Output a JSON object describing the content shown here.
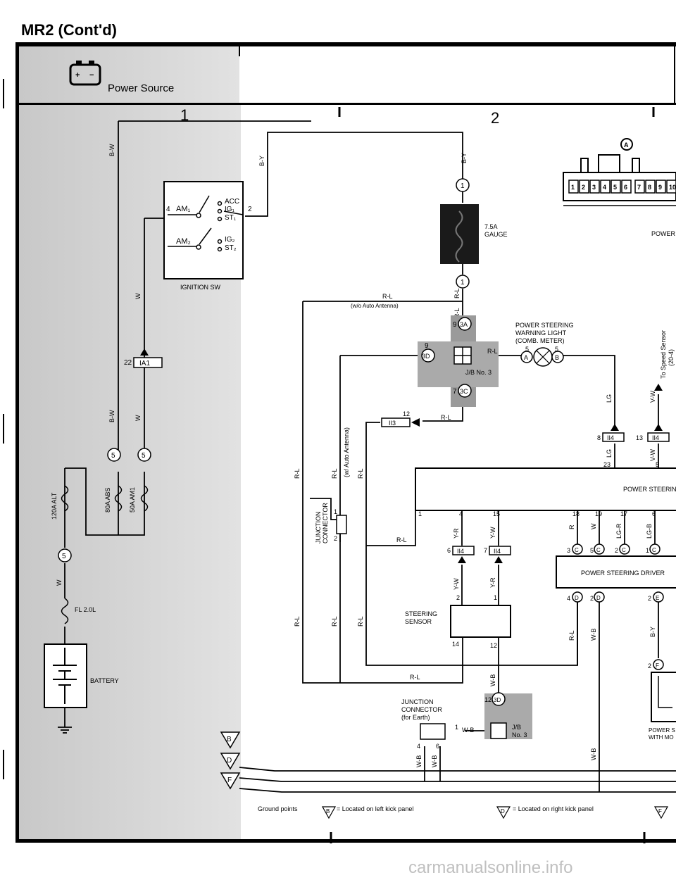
{
  "header": {
    "title": "MR2 (Cont'd)"
  },
  "section": {
    "title": "Power Source"
  },
  "grid": {
    "col1": "1",
    "col2": "2"
  },
  "components": {
    "ignition_sw": "IGNITION SW",
    "am1": "AM₁",
    "am2": "AM₂",
    "acc": "ACC",
    "ig1": "IG₁",
    "st1": "ST₁",
    "ig2": "IG₂",
    "st2": "ST₂",
    "battery": "BATTERY",
    "fuse_gauge_amp": "7.5A",
    "fuse_gauge_name": "GAUGE",
    "fuse_alt": "120A ALT",
    "fuse_abs": "80A ABS",
    "fuse_am1": "50A AM1",
    "fuse_fl": "FL 2.0L",
    "warning_light_1": "POWER STEERING",
    "warning_light_2": "WARNING LIGHT",
    "warning_light_3": "(COMB. METER)",
    "jb3": "J/B No. 3",
    "jb3_b": "J/B",
    "jb3_c": "No. 3",
    "junction_connector_1": "JUNCTION",
    "junction_connector_2": "CONNECTOR",
    "junction_earth_1": "JUNCTION",
    "junction_earth_2": "CONNECTOR",
    "junction_earth_3": "(for Earth)",
    "steering_sensor_1": "STEERING",
    "steering_sensor_2": "SENSOR",
    "ps_ecu": "POWER STEERIN",
    "ps_driver": "POWER STEERING DRIVER",
    "ps_motor_1": "POWER S",
    "ps_motor_2": "WITH MO",
    "speed_sensor_1": "To Speed Sensor",
    "speed_sensor_2": "(20-4)",
    "power_label": "POWER",
    "wo_auto_antenna": "(w/o Auto Antenna)",
    "w_auto_antenna": "(w/ Auto Antenna)"
  },
  "connector_a": {
    "label": "A",
    "pins": [
      "1",
      "2",
      "3",
      "4",
      "5",
      "6",
      "7",
      "8",
      "9",
      "10"
    ]
  },
  "wires": {
    "bw": "B-W",
    "by": "B-Y",
    "w": "W",
    "rl": "R-L",
    "lg": "LG",
    "vw": "V-W",
    "lgr": "LG-R",
    "lgb": "LG-B",
    "r": "R",
    "yr": "Y-R",
    "yw": "Y-W",
    "wb": "W-B"
  },
  "connectors": {
    "c1": "1",
    "c5": "5",
    "c3a": "3A",
    "c3d": "3D",
    "c3c": "3C",
    "ia1": "IA1",
    "ii3": "II3",
    "ii4": "II4",
    "ca": "A",
    "cb": "B",
    "cc": "C",
    "cd": "D",
    "ce": "E",
    "cf": "F"
  },
  "pins": {
    "p1": "1",
    "p2": "2",
    "p4": "4",
    "p5": "5",
    "p6": "6",
    "p7": "7",
    "p8": "8",
    "p9": "9",
    "p12": "12",
    "p13": "13",
    "p14": "14",
    "p15": "15",
    "p17": "17",
    "p18": "18",
    "p19": "19",
    "p22": "22",
    "p23": "23",
    "p3": "3"
  },
  "ground": {
    "b": "B",
    "d": "D",
    "f": "F"
  },
  "legend": {
    "ground_points": "Ground points",
    "b_desc": "= Located on left kick panel",
    "d_desc": "= Located on right kick panel"
  },
  "watermark": "carmanualsonline.info"
}
